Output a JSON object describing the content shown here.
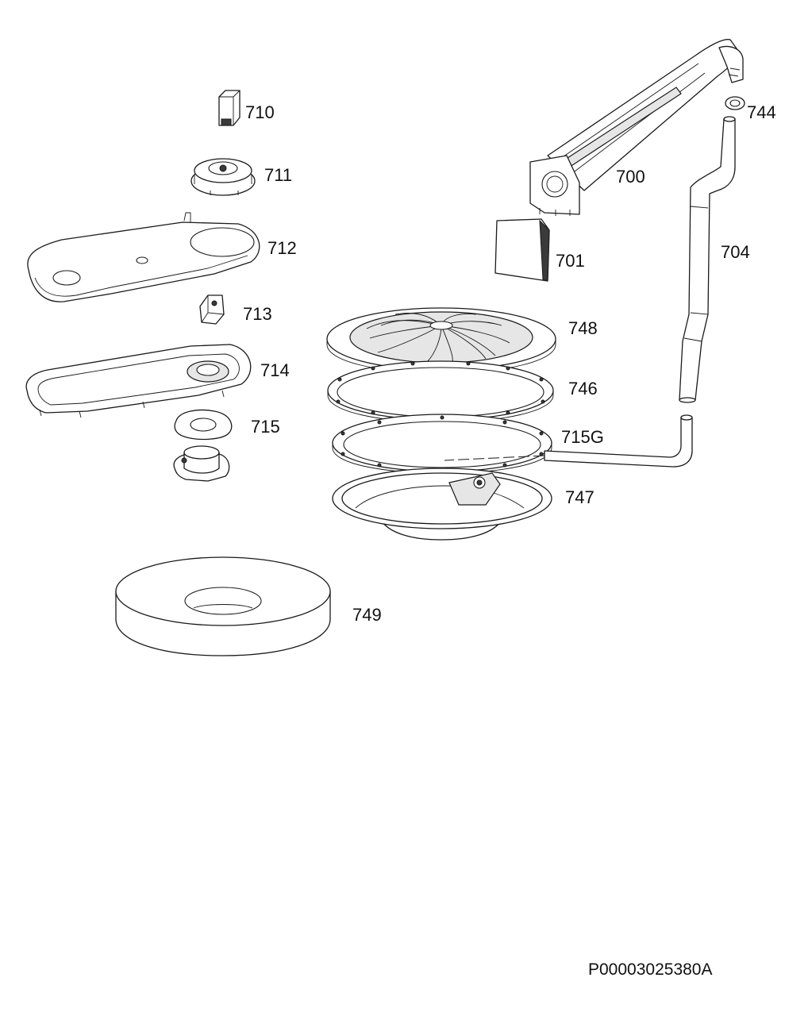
{
  "parts": [
    {
      "id": "p700",
      "label": "700"
    },
    {
      "id": "p701",
      "label": "701"
    },
    {
      "id": "p704",
      "label": "704"
    },
    {
      "id": "p710",
      "label": "710"
    },
    {
      "id": "p711",
      "label": "711"
    },
    {
      "id": "p712",
      "label": "712"
    },
    {
      "id": "p713",
      "label": "713"
    },
    {
      "id": "p714",
      "label": "714"
    },
    {
      "id": "p715",
      "label": "715"
    },
    {
      "id": "p715G",
      "label": "715G"
    },
    {
      "id": "p744",
      "label": "744"
    },
    {
      "id": "p746",
      "label": "746"
    },
    {
      "id": "p747",
      "label": "747"
    },
    {
      "id": "p748",
      "label": "748"
    },
    {
      "id": "p749",
      "label": "749"
    }
  ],
  "drawing_code": "P00003025380A"
}
